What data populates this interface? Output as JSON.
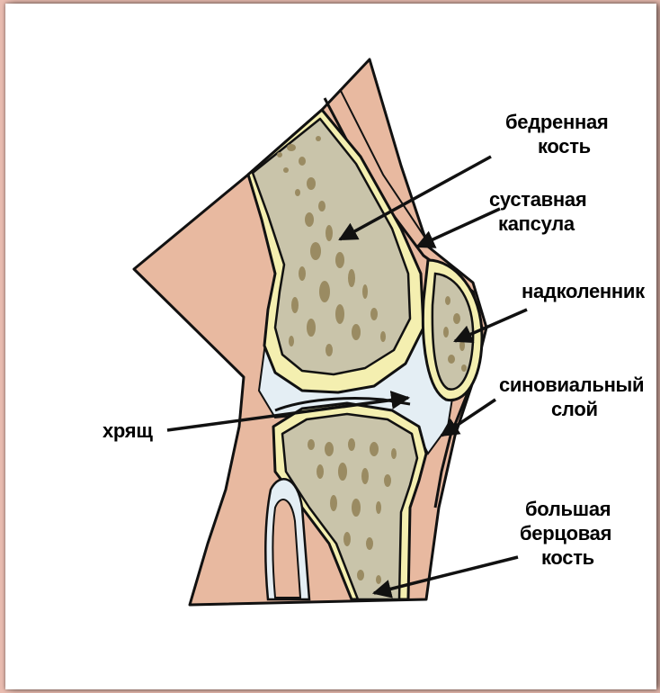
{
  "labels": {
    "femur": [
      "бедренная",
      "кость"
    ],
    "capsule": [
      "суставная",
      "капсула"
    ],
    "patella": "надколенник",
    "synovial": [
      "синовиальный",
      "слой"
    ],
    "cartilage": "хрящ",
    "tibia": [
      "большая",
      "берцовая",
      "кость"
    ]
  },
  "colors": {
    "background": "#e9bcb0",
    "skin": "#e8b9a0",
    "bone": "#c9c4aa",
    "marrow": "#9a8b62",
    "cartilage": "#f4efb0",
    "synovial_fluid": "#e4eef4",
    "outline": "#111111"
  }
}
